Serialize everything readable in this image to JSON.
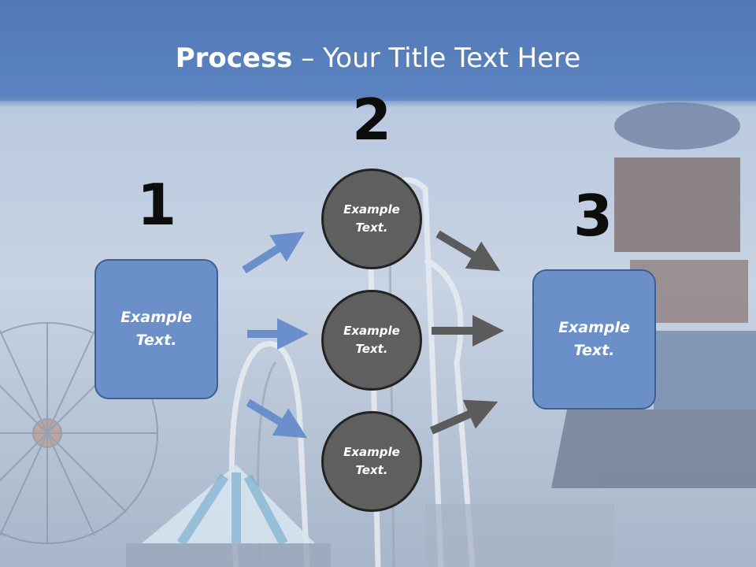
{
  "title": {
    "bold": "Process",
    "rest": " – Your Title Text Here"
  },
  "numbers": {
    "n1": "1",
    "n2": "2",
    "n3": "3"
  },
  "boxes": {
    "left": "Example Text.",
    "right": "Example Text."
  },
  "circles": {
    "top": "Example Text.",
    "middle": "Example Text.",
    "bottom": "Example Text."
  },
  "colors": {
    "box_fill": "#6b8fc8",
    "circle_fill": "#5f5f5f",
    "arrow_blue": "#6a8fcb",
    "arrow_gray": "#5b5b5b"
  }
}
